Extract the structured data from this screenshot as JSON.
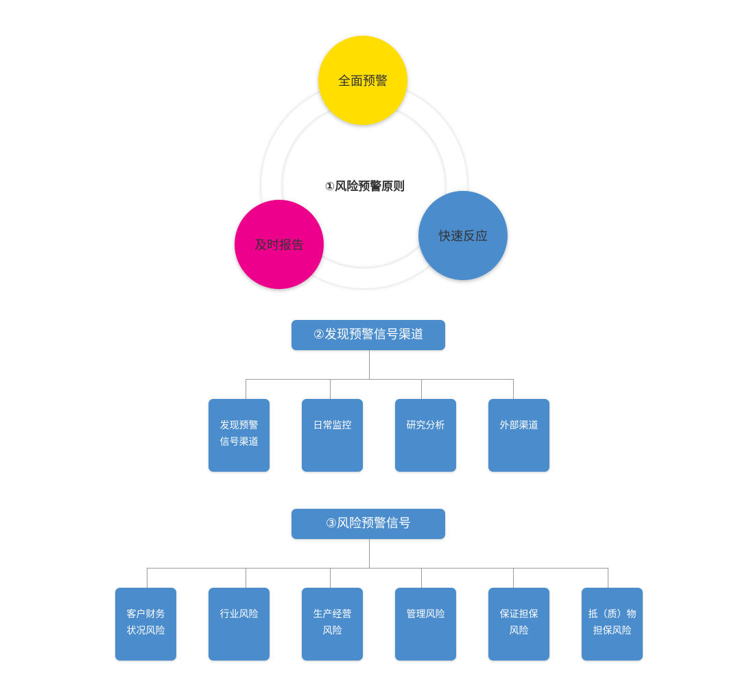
{
  "principles": {
    "center_title": "①风险预警原则",
    "bubbles": [
      {
        "label": "全面预警",
        "color": "#ffde00"
      },
      {
        "label": "及时报告",
        "color": "#ec008c"
      },
      {
        "label": "快速反应",
        "color": "#4a8ccc"
      }
    ]
  },
  "channels": {
    "title": "②发现预警信号渠道",
    "items": [
      {
        "lines": [
          "发现预警",
          "信号渠道"
        ]
      },
      {
        "lines": [
          "日常监控"
        ]
      },
      {
        "lines": [
          "研究分析"
        ]
      },
      {
        "lines": [
          "外部渠道"
        ]
      }
    ]
  },
  "signals": {
    "title": "③风险预警信号",
    "items": [
      {
        "lines": [
          "客户财务",
          "状况风险"
        ]
      },
      {
        "lines": [
          "行业风险"
        ]
      },
      {
        "lines": [
          "生产经营",
          "风险"
        ]
      },
      {
        "lines": [
          "管理风险"
        ]
      },
      {
        "lines": [
          "保证担保",
          "风险"
        ]
      },
      {
        "lines": [
          "抵（质）物",
          "担保风险"
        ]
      }
    ]
  },
  "colors": {
    "accent_blue": "#4a8ccc",
    "yellow": "#ffde00",
    "magenta": "#ec008c",
    "connector": "#9a9a9a"
  }
}
